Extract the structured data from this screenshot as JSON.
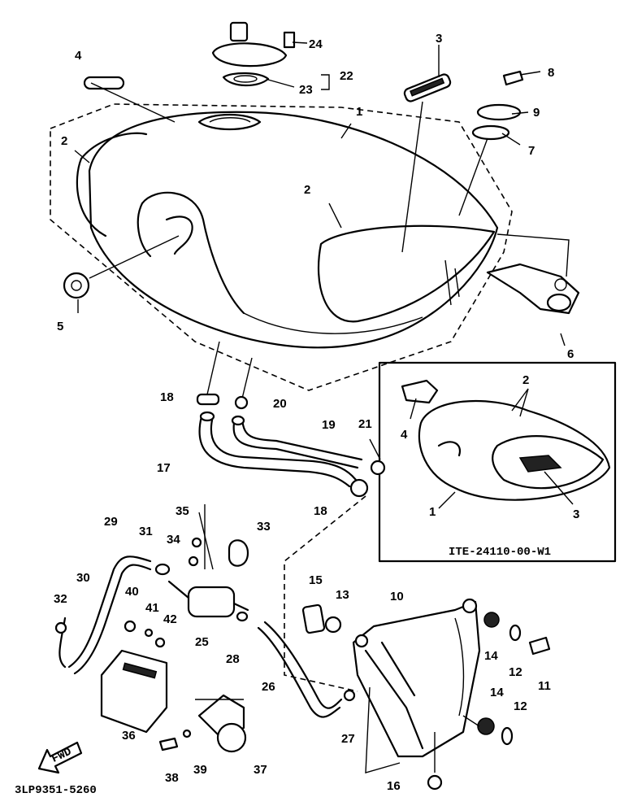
{
  "callouts": [
    "1",
    "2",
    "3",
    "4",
    "5",
    "6",
    "7",
    "8",
    "9",
    "10",
    "11",
    "12",
    "13",
    "14",
    "15",
    "16",
    "17",
    "18",
    "19",
    "20",
    "21",
    "22",
    "23",
    "24",
    "25",
    "26",
    "27",
    "28",
    "29",
    "30",
    "31",
    "32",
    "33",
    "34",
    "35",
    "36",
    "37",
    "38",
    "39",
    "40",
    "41",
    "42"
  ],
  "inset_code": "ITE-24110-00-W1",
  "diagram_code": "3LP9351-5260",
  "fwd_label": "FWD"
}
